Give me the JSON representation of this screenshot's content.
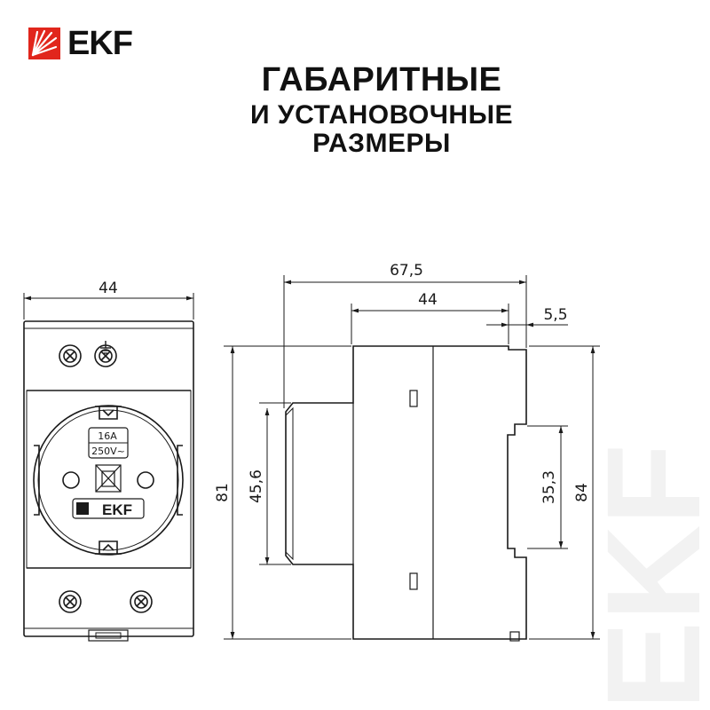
{
  "brand": {
    "name": "EKF",
    "accent": "#e1261c",
    "ink": "#111111"
  },
  "title": {
    "line1": "ГАБАРИТНЫЕ",
    "line2": "И УСТАНОВОЧНЫЕ",
    "line3": "РАЗМЕРЫ"
  },
  "front_view": {
    "width_label": "44",
    "height_label": "81",
    "rating_current": "16A",
    "rating_voltage": "250V~",
    "socket_logo": "EKF",
    "ground_symbol": "ground-icon"
  },
  "side_view": {
    "overall_depth_label": "67,5",
    "body_depth_label": "44",
    "offset_label": "5,5",
    "front_height_label": "45,6",
    "rail_height_label": "35,3",
    "total_height_label": "84"
  },
  "watermark": {
    "text": "EKF"
  }
}
